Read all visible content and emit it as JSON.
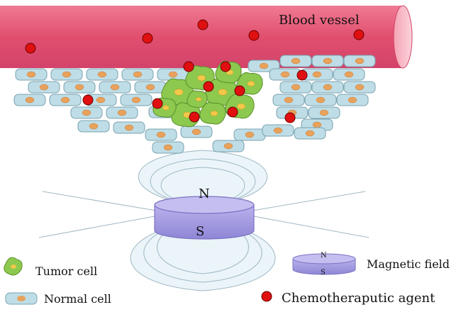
{
  "title": "Blood vessel",
  "magnet": {
    "north": "N",
    "south": "S"
  },
  "legend": {
    "tumor": "Tumor cell",
    "normal": "Normal cell",
    "magnetic": "Magnetic field",
    "legend_n": "N",
    "legend_s": "S",
    "agent": "Chemotheraputic agent"
  },
  "colors": {
    "vessel": "#e85a78",
    "vessel_light": "#f7b3c0",
    "normal_cell": "#bfdde6",
    "nucleus": "#e8a25c",
    "tumor_cell": "#8cc94e",
    "tumor_nucleus": "#f4c84a",
    "agent": "#e01010",
    "magnet": "#a59be0",
    "field": "#d6e9f2"
  }
}
